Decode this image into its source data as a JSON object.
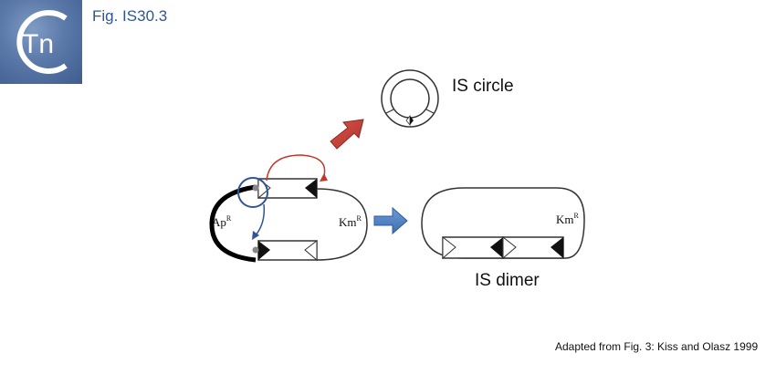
{
  "header": {
    "logo_text": "Tn",
    "figure_title": "Fig. IS30.3"
  },
  "diagram": {
    "is_circle_label": "IS circle",
    "is_dimer_label": "IS dimer",
    "ap_resistance": {
      "base": "Ap",
      "superscript": "R"
    },
    "km_resistance_left": {
      "base": "Km",
      "superscript": "R"
    },
    "km_resistance_right": {
      "base": "Km",
      "superscript": "R"
    }
  },
  "footer": {
    "citation": "Adapted from Fig. 3: Kiss and Olasz 1999"
  },
  "colors": {
    "title_blue": "#2f5597",
    "arrow_red": "#c0392b",
    "arrow_blue": "#4a7ebf",
    "circle_blue": "#2f5597"
  }
}
